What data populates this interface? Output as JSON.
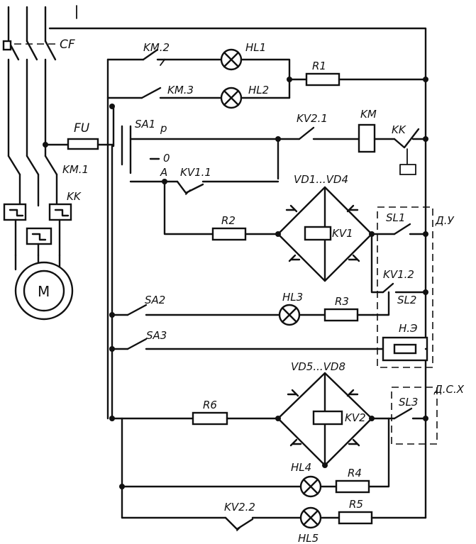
{
  "labels": {
    "cf": "CF",
    "fu": "FU",
    "km1": "KM.1",
    "kk_left": "KK",
    "motor": "M",
    "km2": "KM.2",
    "hl1": "HL1",
    "km3": "KM.3",
    "hl2": "HL2",
    "r1": "R1",
    "sa1": "SA1",
    "p": "p",
    "zero": "0",
    "a": "A",
    "kv1_1": "KV1.1",
    "kv2_1": "KV2.1",
    "km": "KM",
    "kk": "KK",
    "vd1_vd4": "VD1...VD4",
    "r2": "R2",
    "kv1": "KV1",
    "sl1": "SL1",
    "du": "Д.У",
    "kv1_2": "KV1.2",
    "sl2": "SL2",
    "sa2": "SA2",
    "hl3": "HL3",
    "r3": "R3",
    "sa3": "SA3",
    "he": "Н.Э",
    "vd5_vd8": "VD5...VD8",
    "r6": "R6",
    "kv2": "KV2",
    "sl3": "SL3",
    "dsx": "Д.С.Х",
    "hl4": "HL4",
    "r4": "R4",
    "kv2_2": "KV2.2",
    "r5": "R5",
    "hl5": "HL5"
  }
}
